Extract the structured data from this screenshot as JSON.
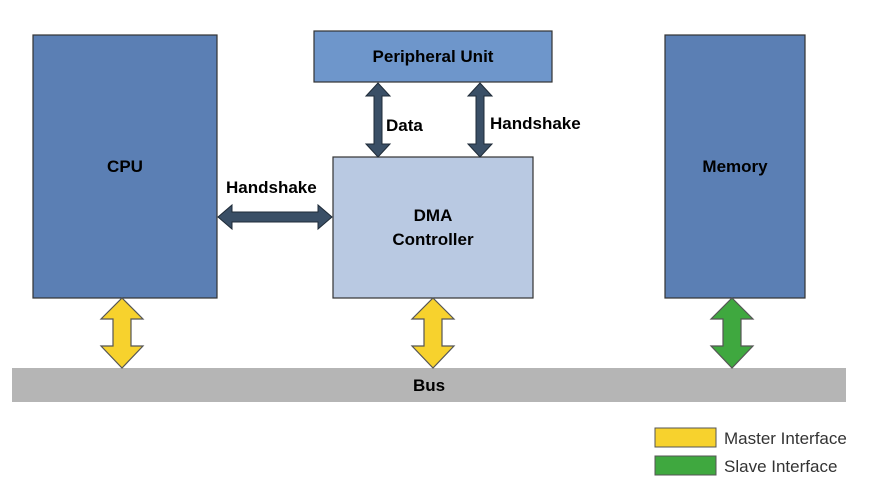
{
  "blocks": {
    "cpu": {
      "label": "CPU",
      "fill": "#5b7fb4"
    },
    "peripheral": {
      "label": "Peripheral Unit",
      "fill": "#6e96cb"
    },
    "memory": {
      "label": "Memory",
      "fill": "#5b7fb4"
    },
    "dma": {
      "line1": "DMA",
      "line2": "Controller",
      "fill": "#b9c9e2"
    },
    "bus": {
      "label": "Bus",
      "fill": "#b5b5b5"
    }
  },
  "connections": {
    "data_label": "Data",
    "handshake_peripheral_label": "Handshake",
    "handshake_cpu_label": "Handshake",
    "arrow_color": "#3a4f66"
  },
  "legend": {
    "master": {
      "label": "Master Interface",
      "color": "#f7d22d"
    },
    "slave": {
      "label": "Slave Interface",
      "color": "#3fa83f"
    }
  }
}
